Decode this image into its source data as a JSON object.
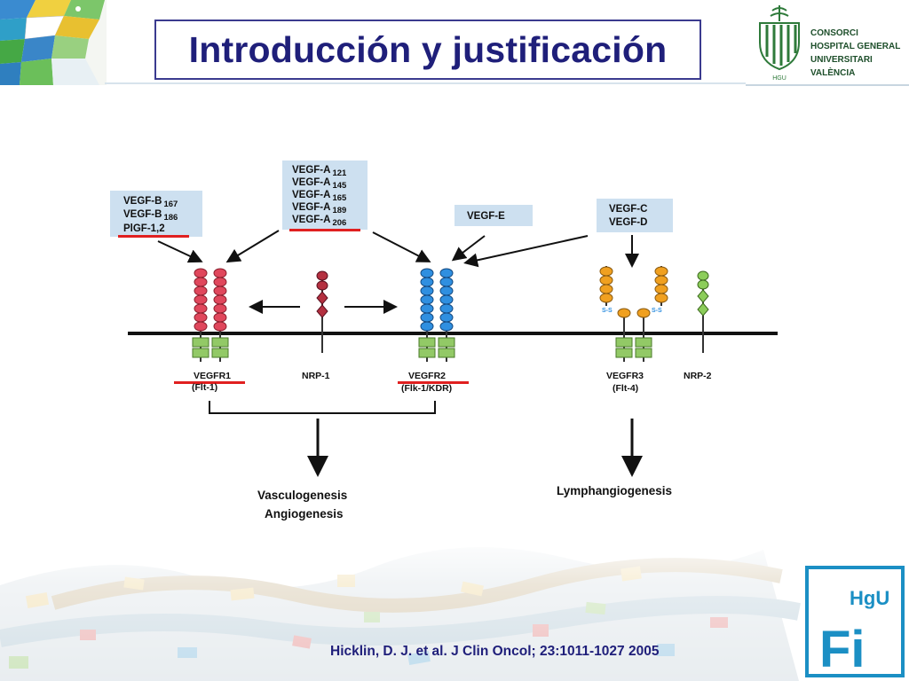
{
  "slide": {
    "title": "Introducción y justificación",
    "citation": "Hicklin, D. J. et al. J Clin Oncol; 23:1011-1027 2005"
  },
  "hospital": {
    "lines": [
      "CONSORCI",
      "HOSPITAL GENERAL",
      "UNIVERSITARI",
      "VALÈNCIA"
    ],
    "emblem_letters": "HGU"
  },
  "footer_logo": {
    "top": "HgU",
    "bottom": "Fi"
  },
  "diagram": {
    "ligand_groups": {
      "vegfb_plgf": {
        "lines": [
          {
            "text": "VEGF-B",
            "sub": "167"
          },
          {
            "text": "VEGF-B",
            "sub": "186"
          },
          {
            "text": "PlGF-1,2",
            "sub": ""
          }
        ]
      },
      "vegfa": {
        "lines": [
          {
            "text": "VEGF-A",
            "sub": "121"
          },
          {
            "text": "VEGF-A",
            "sub": "145"
          },
          {
            "text": "VEGF-A",
            "sub": "165"
          },
          {
            "text": "VEGF-A",
            "sub": "189"
          },
          {
            "text": "VEGF-A",
            "sub": "206"
          }
        ]
      },
      "vegfe": {
        "lines": [
          {
            "text": "VEGF-E",
            "sub": ""
          }
        ]
      },
      "vegfcd": {
        "lines": [
          {
            "text": "VEGF-C",
            "sub": ""
          },
          {
            "text": "VEGF-D",
            "sub": ""
          }
        ]
      }
    },
    "receptors": {
      "vegfr1": {
        "name": "VEGFR1",
        "alias": "(Flt-1)"
      },
      "nrp1": {
        "name": "NRP-1"
      },
      "vegfr2": {
        "name": "VEGFR2",
        "alias": "(Flk-1/KDR)"
      },
      "vegfr3": {
        "name": "VEGFR3",
        "alias": "(Flt-4)"
      },
      "nrp2": {
        "name": "NRP-2"
      }
    },
    "disulfide_label": "S-S",
    "outcomes": {
      "left": [
        "Vasculogenesis",
        "Angiogenesis"
      ],
      "right": [
        "Lymphangiogenesis"
      ]
    },
    "colors": {
      "vegfr1": "#e0475c",
      "vegfr2": "#2f8fe0",
      "vegfr3": "#f0a020",
      "nrp1": "#b43040",
      "nrp2": "#8ccd5a",
      "tm_domain": "#92c966",
      "label_box": "#cde0f0",
      "highlight": "#e02020",
      "title": "#1f1f7a"
    }
  }
}
